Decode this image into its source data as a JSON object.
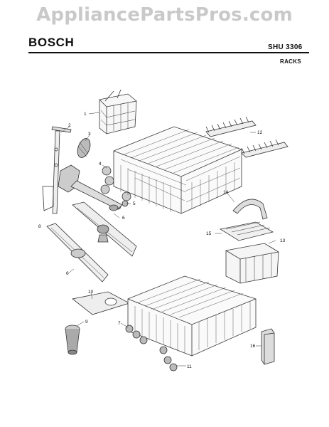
{
  "watermark": "AppliancePartsPros.com",
  "header": {
    "brand": "BOSCH",
    "model": "SHU 3306",
    "section": "RACKS"
  },
  "callouts": {
    "c1": "1",
    "c2": "2",
    "c3": "3",
    "c4": "4",
    "c5": "5",
    "c6a": "6",
    "c6b": "6",
    "c7": "7",
    "c8": "8",
    "c9": "9",
    "c10": "10",
    "c11": "11",
    "c12": "12",
    "c13": "13",
    "c14": "14",
    "c15": "15",
    "c16": "16"
  }
}
